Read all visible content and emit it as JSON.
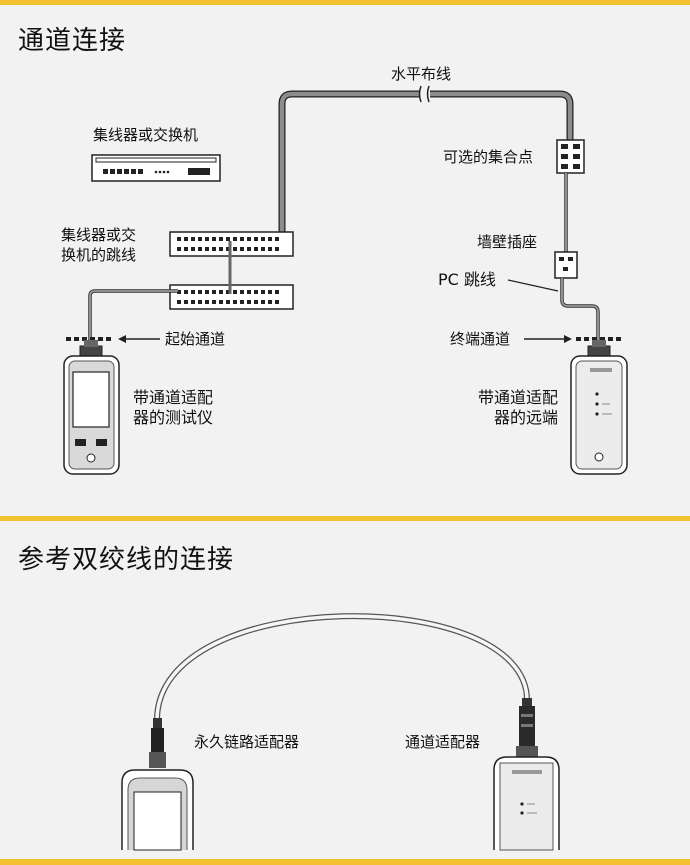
{
  "colors": {
    "band": "#f3c233",
    "background": "#f2f2f2",
    "cable": "#8c8c8c"
  },
  "section1": {
    "title": "通道连接",
    "labels": {
      "horizontal_cabling": "水平布线",
      "hub_switch": "集线器或交换机",
      "optional_consolidation_point": "可选的集合点",
      "hub_patch_cord_line1": "集线器或交",
      "hub_patch_cord_line2": "换机的跳线",
      "wall_outlet": "墙壁插座",
      "pc_patch_cord": "PC 跳线",
      "channel_start": "起始通道",
      "channel_end": "终端通道",
      "tester_line1": "带通道适配",
      "tester_line2": "器的测试仪",
      "remote_line1": "带通道适配",
      "remote_line2": "器的远端"
    }
  },
  "section2": {
    "title": "参考双绞线的连接",
    "labels": {
      "permanent_link_adapter": "永久链路适配器",
      "channel_adapter": "通道适配器"
    }
  }
}
